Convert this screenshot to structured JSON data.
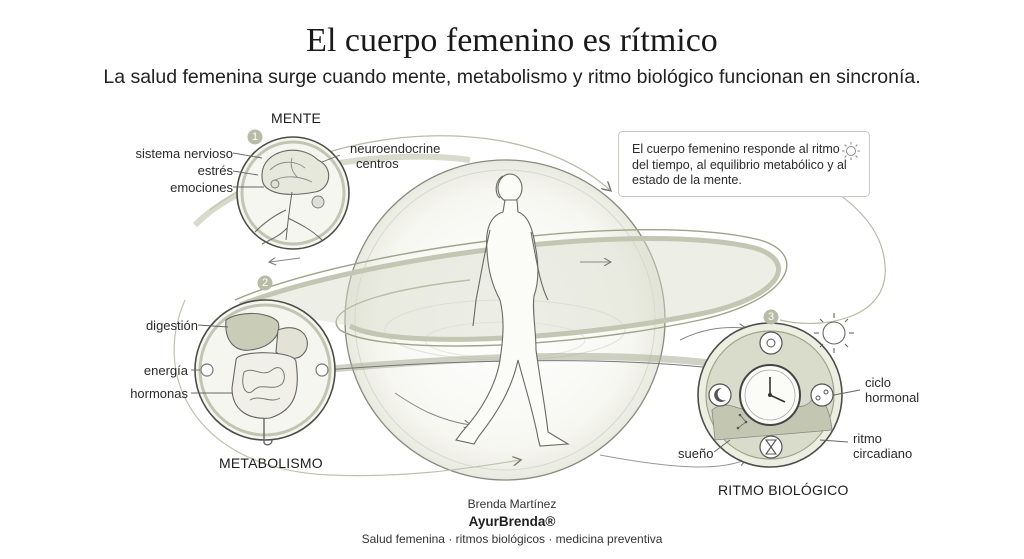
{
  "title": "El cuerpo femenino es rítmico",
  "subtitle": "La salud femenina surge cuando mente, metabolismo y ritmo biológico funcionan en sincronía.",
  "mente": {
    "heading": "MENTE",
    "number": "1",
    "labels": [
      "sistema nervioso",
      "estrés",
      "emociones"
    ],
    "right_label_line1": "neuroendocrine",
    "right_label_line2": "centros"
  },
  "metabolismo": {
    "heading": "METABOLISMO",
    "number": "2",
    "labels": [
      "digestión",
      "energía",
      "hormonas"
    ]
  },
  "ritmo": {
    "heading": "RITMO BIOLÓGICO",
    "number": "3",
    "ciclo_line1": "ciclo",
    "ciclo_line2": "hormonal",
    "ritmo_line1": "ritmo",
    "ritmo_line2": "circadiano",
    "sueno": "sueño"
  },
  "info_box": {
    "text": "El cuerpo femenino responde al ritmo del tiempo, al equilibrio metabólico y al estado de la mente."
  },
  "credits": {
    "author": "Brenda Martínez",
    "brand": "AyurBrenda®",
    "tagline": "Salud femenina · ritmos biológicos · medicina preventiva"
  },
  "colors": {
    "sage": "#c9cdb8",
    "sage_dark": "#9ea48a",
    "line": "#555555",
    "accent": "#b8bca6"
  },
  "icons": [
    "sun-icon",
    "moon-icon",
    "clock-icon",
    "hourglass-icon",
    "constellation-icon",
    "cycle-icon"
  ]
}
